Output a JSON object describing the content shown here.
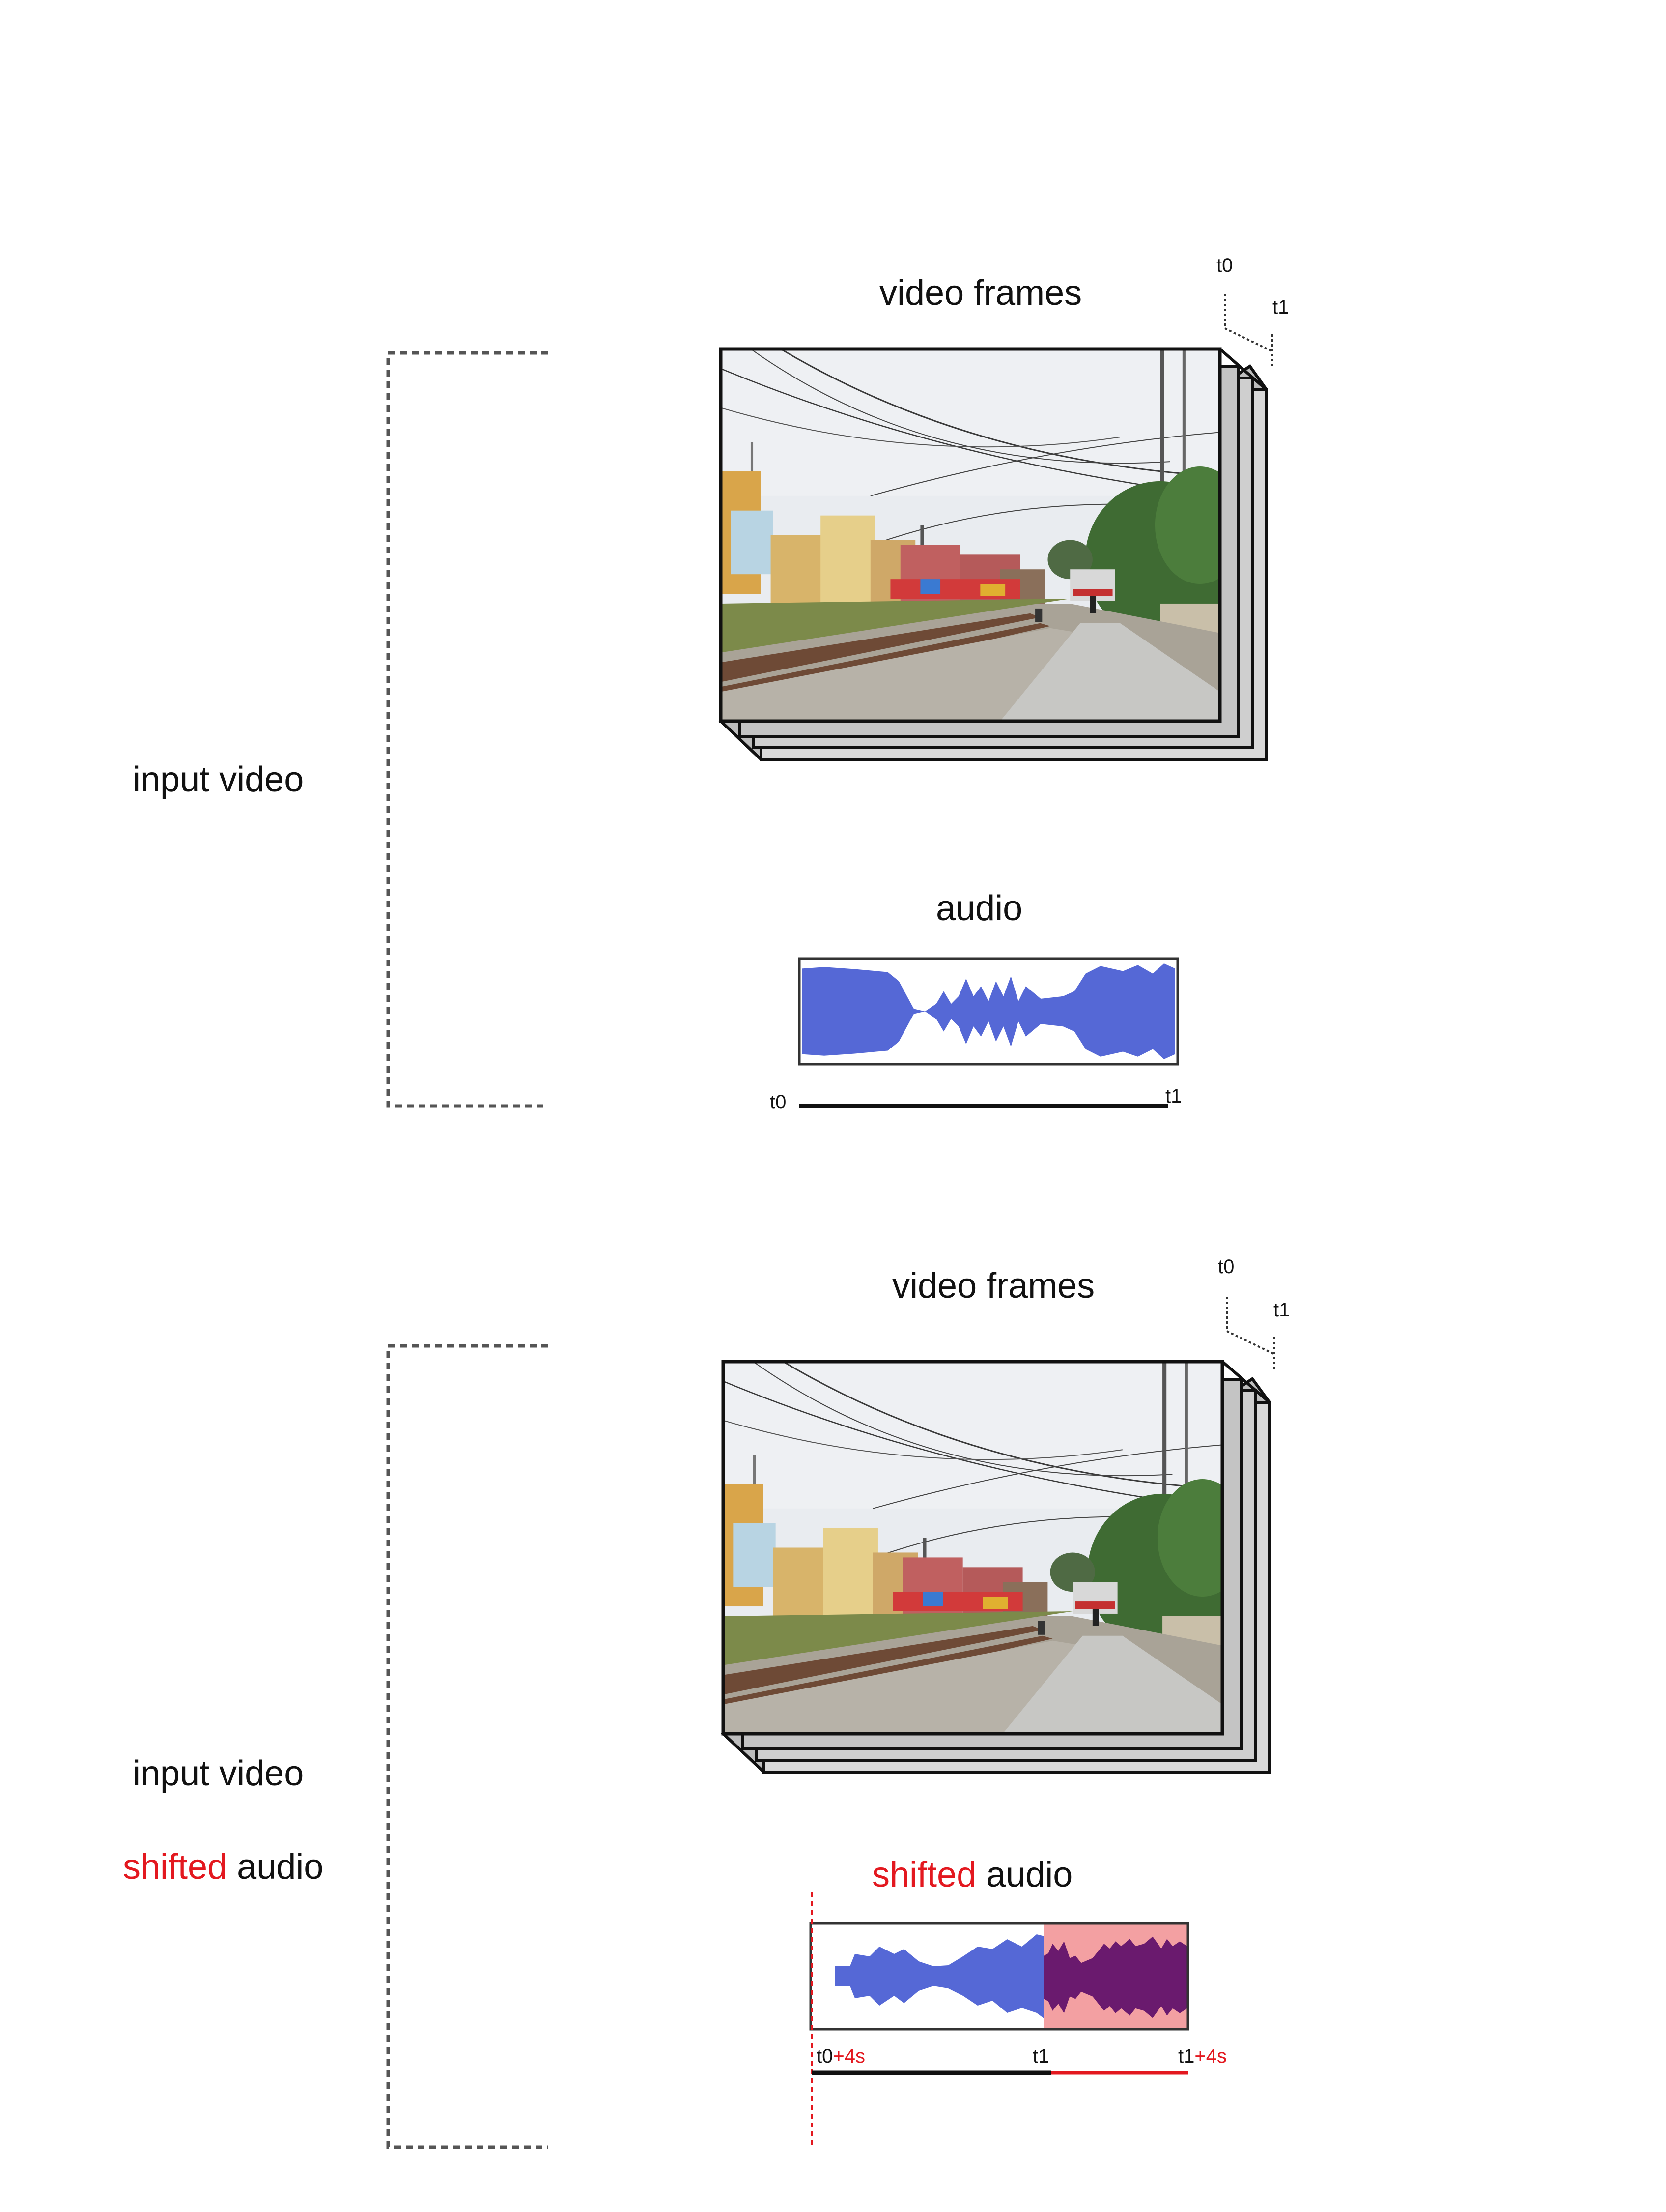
{
  "colors": {
    "accent_red": "#e3181f",
    "waveform_blue": "#5568d6",
    "shift_fill": "#f3a0a2",
    "shift_wave": "#6a1a6e",
    "frame_border": "#111111",
    "bracket": "#555555"
  },
  "panel_top": {
    "side_label": "input video",
    "video_title": "video frames",
    "audio_title": "audio",
    "frames_t0": "t0",
    "frames_t1": "t1",
    "timeline_t0": "t0",
    "timeline_t1": "t1"
  },
  "panel_bottom": {
    "side_label_line1": "input video",
    "side_label_line2_red": "shifted",
    "side_label_line2_rest": " audio",
    "video_title": "video frames",
    "audio_title_red": "shifted",
    "audio_title_rest": " audio",
    "frames_t0": "t0",
    "frames_t1": "t1",
    "timeline_start": "t0",
    "timeline_start_red": "+4s",
    "timeline_mid": "t1",
    "timeline_end": "t1",
    "timeline_end_red": "+4s"
  },
  "icons": {
    "frame_image": "street-railway-scene-image",
    "waveform": "audio-waveform-icon"
  }
}
